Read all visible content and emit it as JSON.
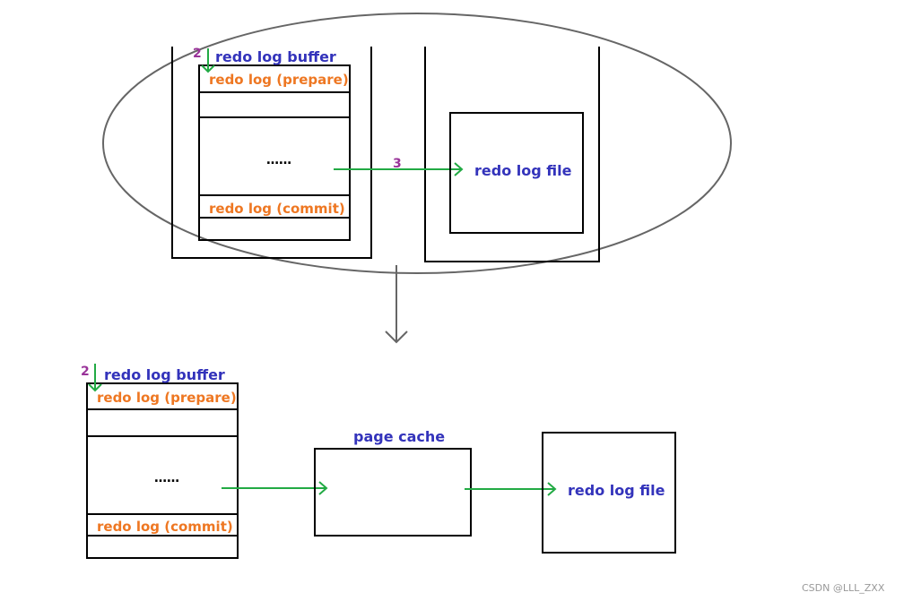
{
  "colors": {
    "label_blue": "#3333bb",
    "label_orange": "#ee7722",
    "step_purple": "#993399",
    "arrow_green": "#22aa44",
    "ellipse_grey": "#666666"
  },
  "top": {
    "buffer_step": "2",
    "buffer_title": "redo log buffer",
    "entry_prepare": "redo log (prepare)",
    "entry_dots": "……",
    "entry_commit": "redo log (commit)",
    "flush_step": "3",
    "file_label": "redo log file"
  },
  "bottom": {
    "buffer_step": "2",
    "buffer_title": "redo log buffer",
    "entry_prepare": "redo log (prepare)",
    "entry_dots": "……",
    "entry_commit": "redo log (commit)",
    "cache_label": "page cache",
    "file_label": "redo log file"
  },
  "watermark": "CSDN @LLL_ZXX"
}
